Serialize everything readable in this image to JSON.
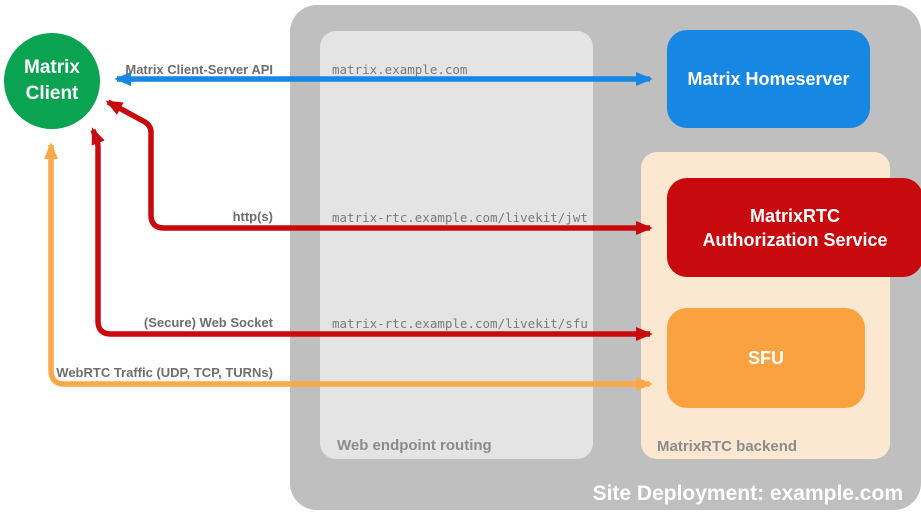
{
  "diagram": {
    "title_caption": "Site Deployment: example.com",
    "client": {
      "line1": "Matrix",
      "line2": "Client"
    },
    "zones": {
      "routing": {
        "caption": "Web endpoint routing"
      },
      "backend": {
        "caption": "MatrixRTC backend"
      }
    },
    "nodes": {
      "homeserver": {
        "label": "Matrix Homeserver"
      },
      "auth_service": {
        "label": "MatrixRTC Authorization Service"
      },
      "sfu": {
        "label": "SFU"
      }
    },
    "endpoints": {
      "homeserver": "matrix.example.com",
      "jwt": "matrix-rtc.example.com/livekit/jwt",
      "sfu": "matrix-rtc.example.com/livekit/sfu"
    },
    "arrows": {
      "client_server_api": {
        "label": "Matrix Client-Server API",
        "color": "#1687E3"
      },
      "https": {
        "label": "http(s)",
        "color": "#C8090E"
      },
      "websocket": {
        "label": "(Secure) Web Socket",
        "color": "#C8090E"
      },
      "webrtc": {
        "label": "WebRTC Traffic (UDP, TCP, TURNs)",
        "color": "#F9A94A"
      }
    },
    "colors": {
      "client_green": "#0AA351",
      "homeserver_blue": "#1687E3",
      "auth_red": "#C8090E",
      "sfu_orange": "#F9A23F",
      "backend_peach": "#FCE8D1",
      "site_gray": "#BFBFBF",
      "routing_gray": "#E4E4E4",
      "caption_gray": "#8C8C8C",
      "label_gray": "#6E6E6E",
      "endpoint_gray": "#7B7B7B"
    }
  }
}
